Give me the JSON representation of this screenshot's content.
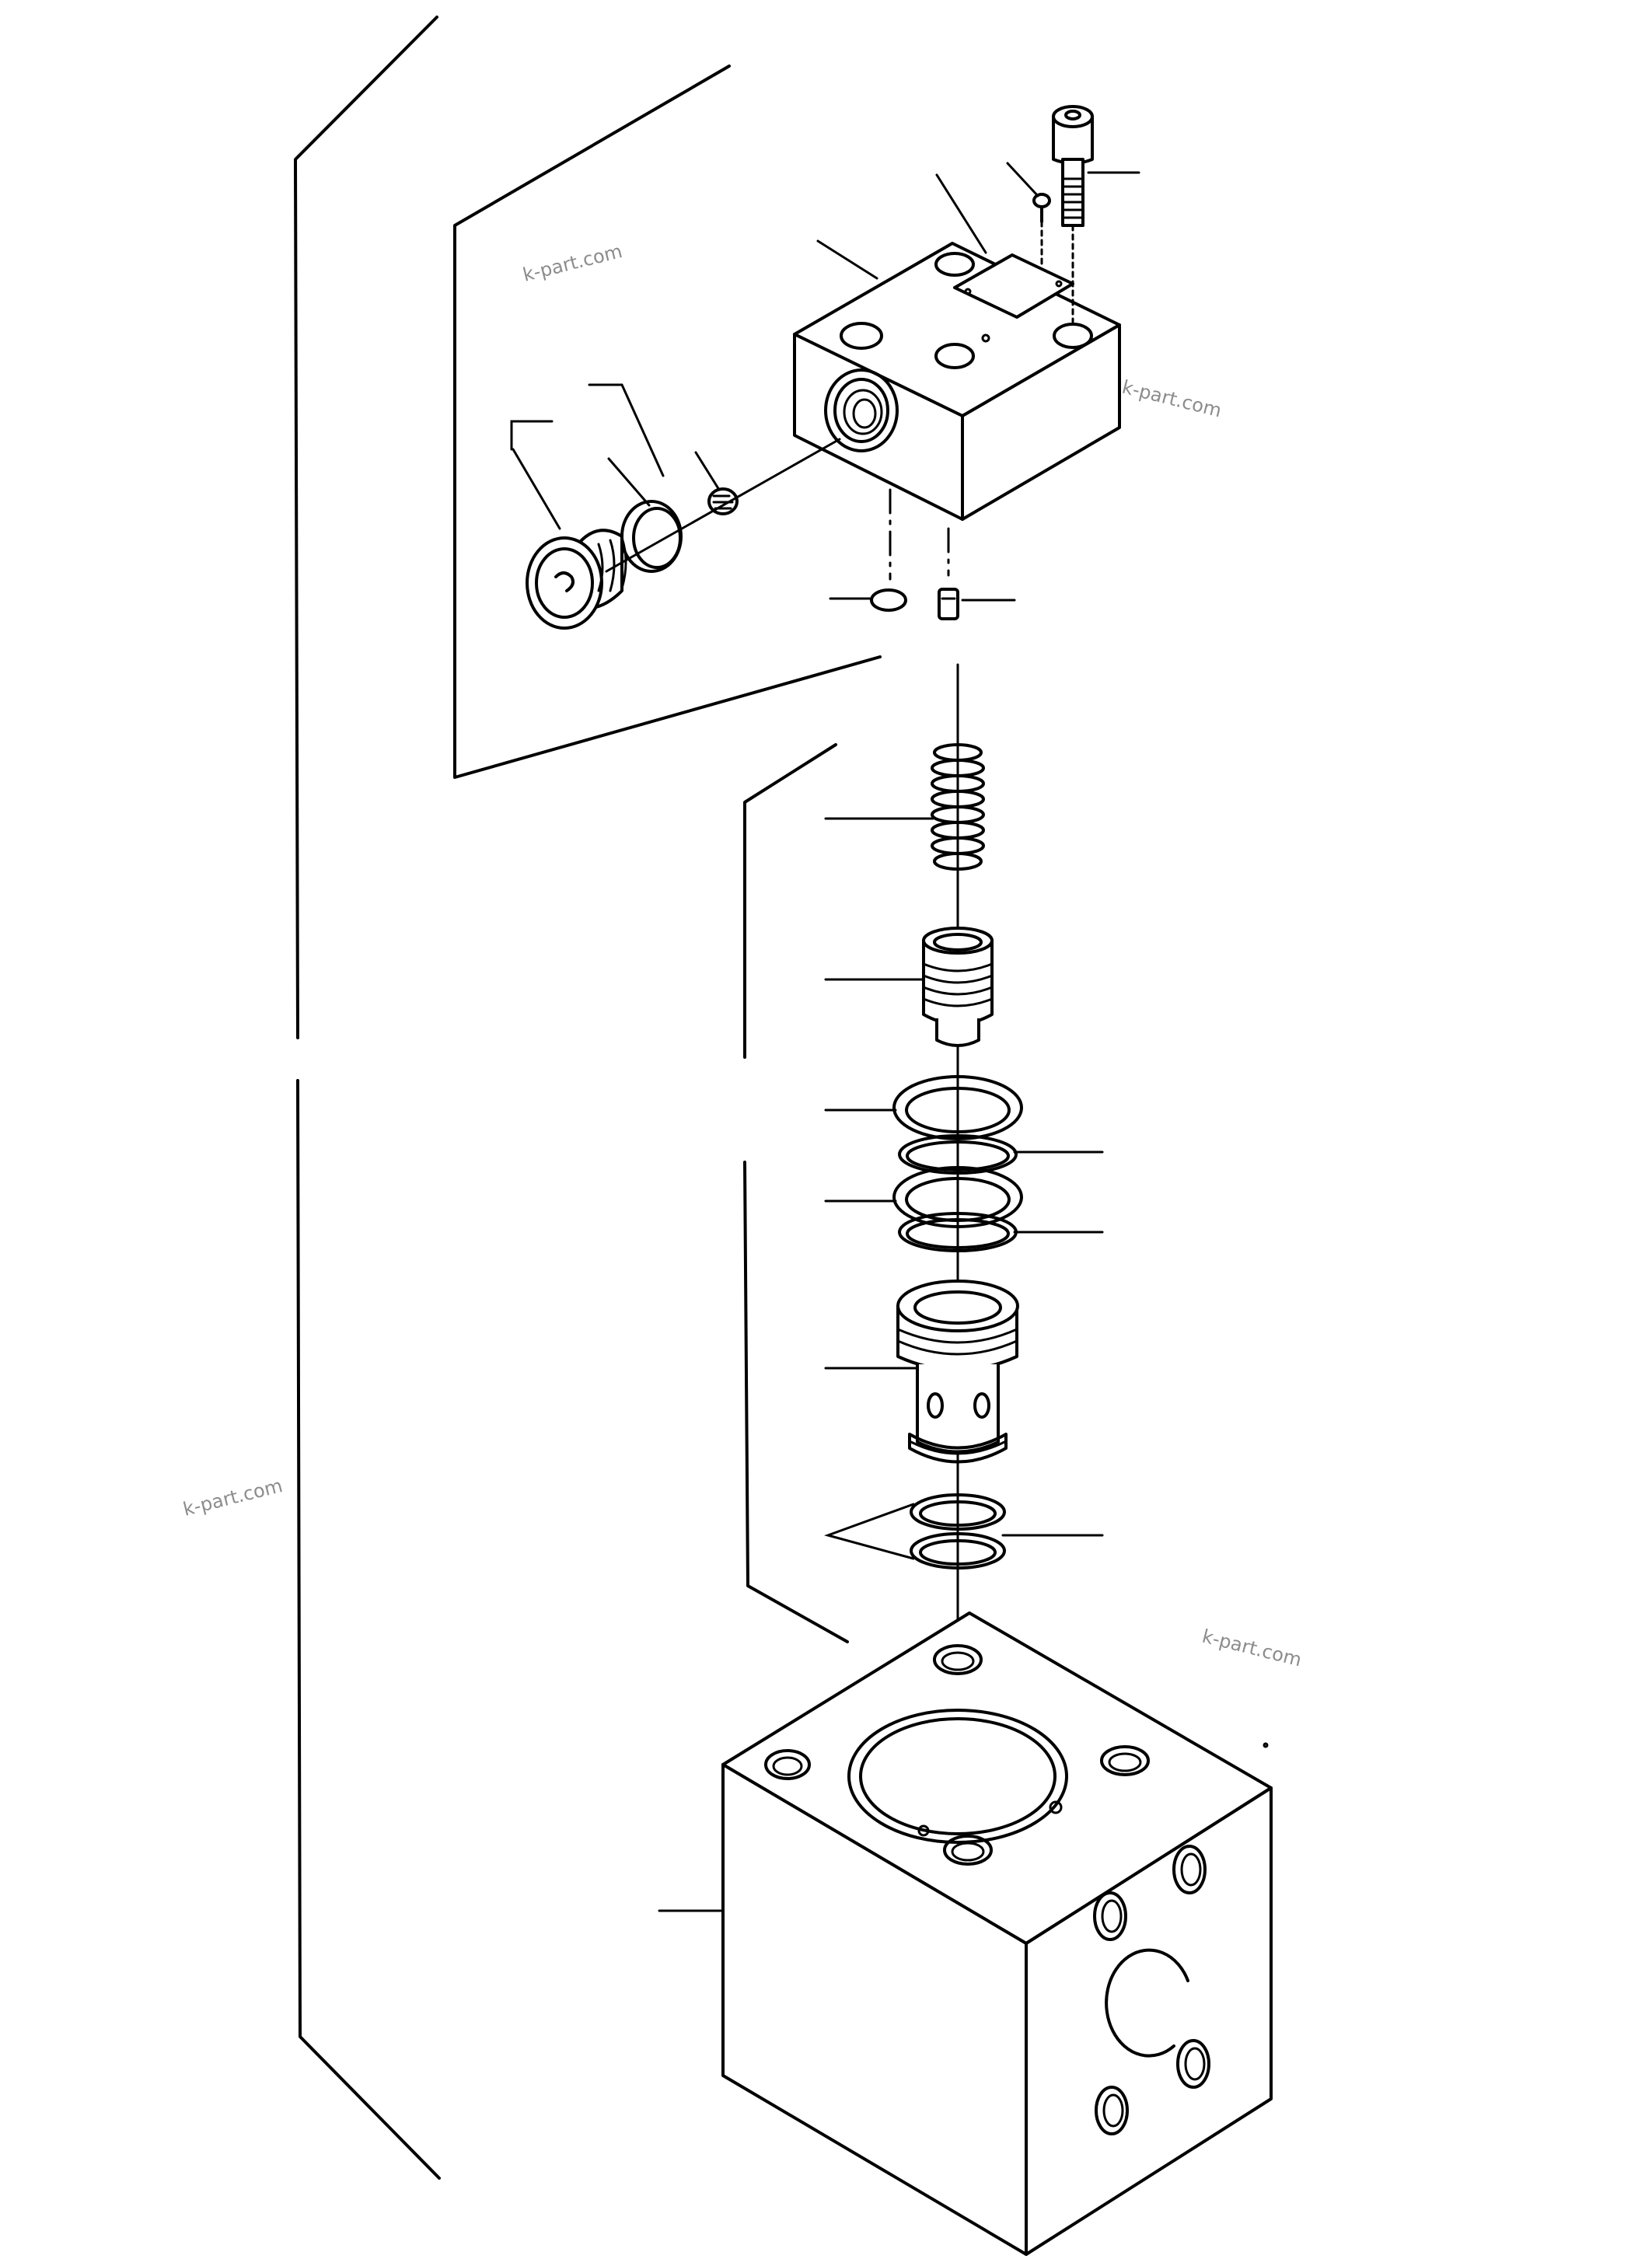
{
  "watermarks": [
    "k-part.com",
    "k-part.com",
    "k-part.com",
    "k-part.com"
  ],
  "colors": {
    "line": "#000000",
    "background": "#ffffff",
    "watermark": "#8c8c8c"
  },
  "parts": [
    "cap-screw",
    "pin",
    "nameplate",
    "valve-cover-block",
    "plug",
    "o-ring",
    "check-ball",
    "small-o-ring",
    "dowel-pin",
    "spring",
    "poppet",
    "backup-ring",
    "sleeve",
    "seal-rings",
    "valve-body"
  ]
}
